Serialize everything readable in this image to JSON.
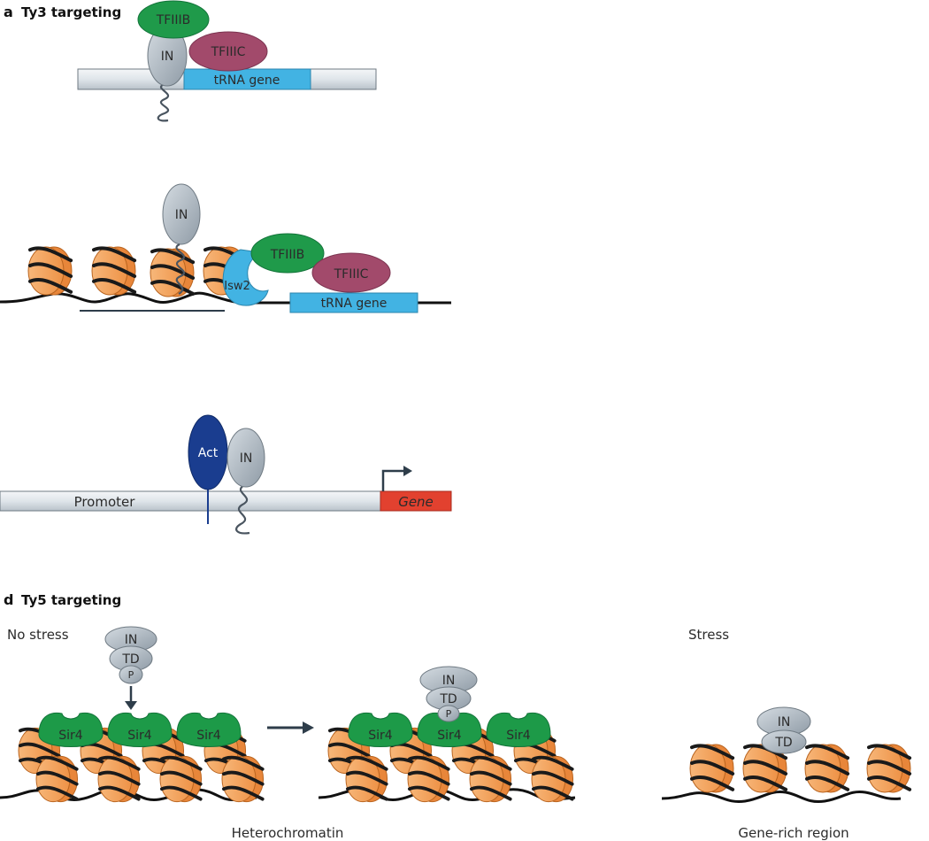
{
  "panel_a": {
    "letter": "a",
    "title": "Ty3 targeting",
    "top": {
      "tfiiib": "TFIIIB",
      "in": "IN",
      "tfiiic": "TFIIIC",
      "trna": "tRNA gene"
    },
    "middle": {
      "in": "IN",
      "tfiiib": "TFIIIB",
      "isw2": "Isw2",
      "tfiiic": "TFIIIC",
      "trna": "tRNA gene"
    }
  },
  "panel_c": {
    "act": "Act",
    "in": "IN",
    "promoter": "Promoter",
    "gene": "Gene"
  },
  "panel_d": {
    "letter": "d",
    "title": "Ty5 targeting",
    "no_stress": "No stress",
    "stress": "Stress",
    "complex": {
      "in": "IN",
      "td": "TD",
      "p": "P"
    },
    "sir4": [
      "Sir4",
      "Sir4",
      "Sir4"
    ],
    "sir4_bound": [
      "Sir4",
      "Sir4",
      "Sir4"
    ],
    "stress_complex": {
      "in": "IN",
      "td": "TD"
    },
    "heterochromatin": "Heterochromatin",
    "gene_rich": "Gene-rich region"
  },
  "colors": {
    "nucleosome": "#f4a25e",
    "nucleosome_band": "#1a1a1a",
    "in_grey": "#a9b3bd",
    "tfiiib_green": "#1f9a4a",
    "tfiiic_maroon": "#a24a6b",
    "trna_blue": "#42b3e3",
    "act_navy": "#1a3d8f",
    "gene_red": "#e2412f",
    "dna_bar": "#dde3e8",
    "sir4_green": "#1d9a48"
  }
}
